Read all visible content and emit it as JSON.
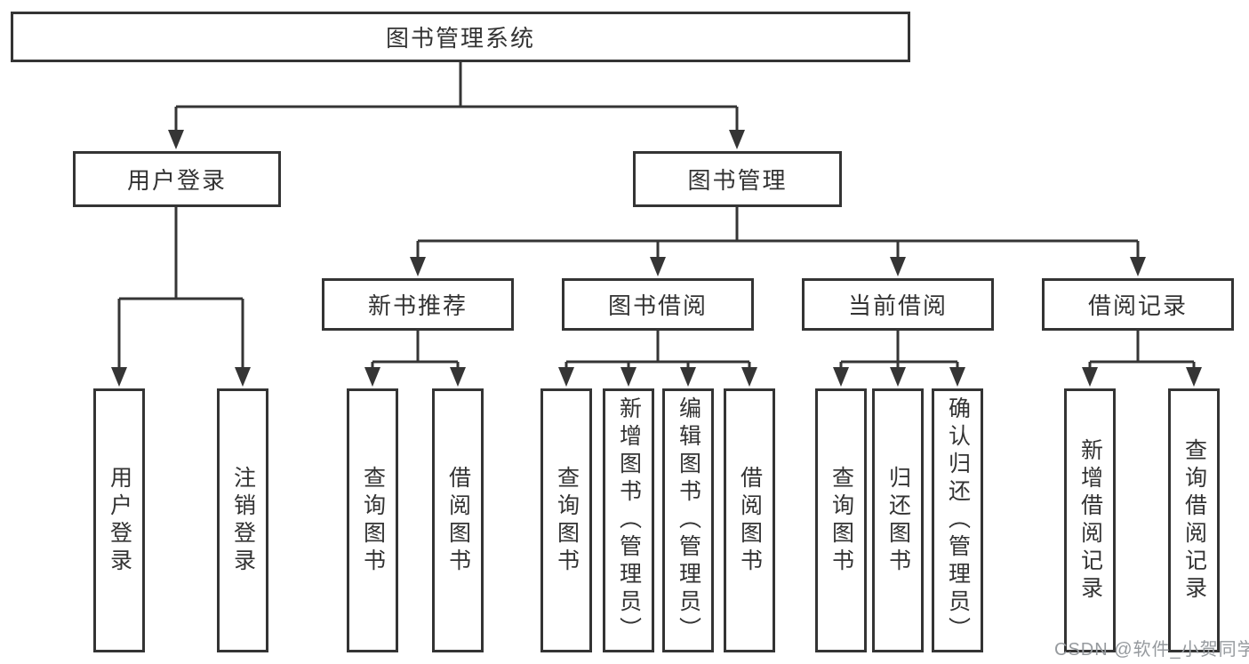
{
  "diagram": {
    "type": "hierarchy-tree",
    "orientation": "top-down",
    "colors": {
      "background": "#ffffff",
      "box_border": "#343434",
      "line": "#353535",
      "text": "#333333",
      "watermark": "#969a9e"
    }
  },
  "tree": {
    "label": "图书管理系统",
    "children": [
      {
        "label": "用户登录",
        "children": [
          {
            "label": "用户登录"
          },
          {
            "label": "注销登录"
          }
        ]
      },
      {
        "label": "图书管理",
        "children": [
          {
            "label": "新书推荐",
            "children": [
              {
                "label": "查询图书"
              },
              {
                "label": "借阅图书"
              }
            ]
          },
          {
            "label": "图书借阅",
            "children": [
              {
                "label": "查询图书"
              },
              {
                "label": "新增图书（管理员）"
              },
              {
                "label": "编辑图书（管理员）"
              },
              {
                "label": "借阅图书"
              }
            ]
          },
          {
            "label": "当前借阅",
            "children": [
              {
                "label": "查询图书"
              },
              {
                "label": "归还图书"
              },
              {
                "label": "确认归还（管理员）"
              }
            ]
          },
          {
            "label": "借阅记录",
            "children": [
              {
                "label": "新增借阅记录"
              },
              {
                "label": "查询借阅记录"
              }
            ]
          }
        ]
      }
    ]
  },
  "watermark": {
    "text": "CSDN @软件_小贺同学"
  }
}
